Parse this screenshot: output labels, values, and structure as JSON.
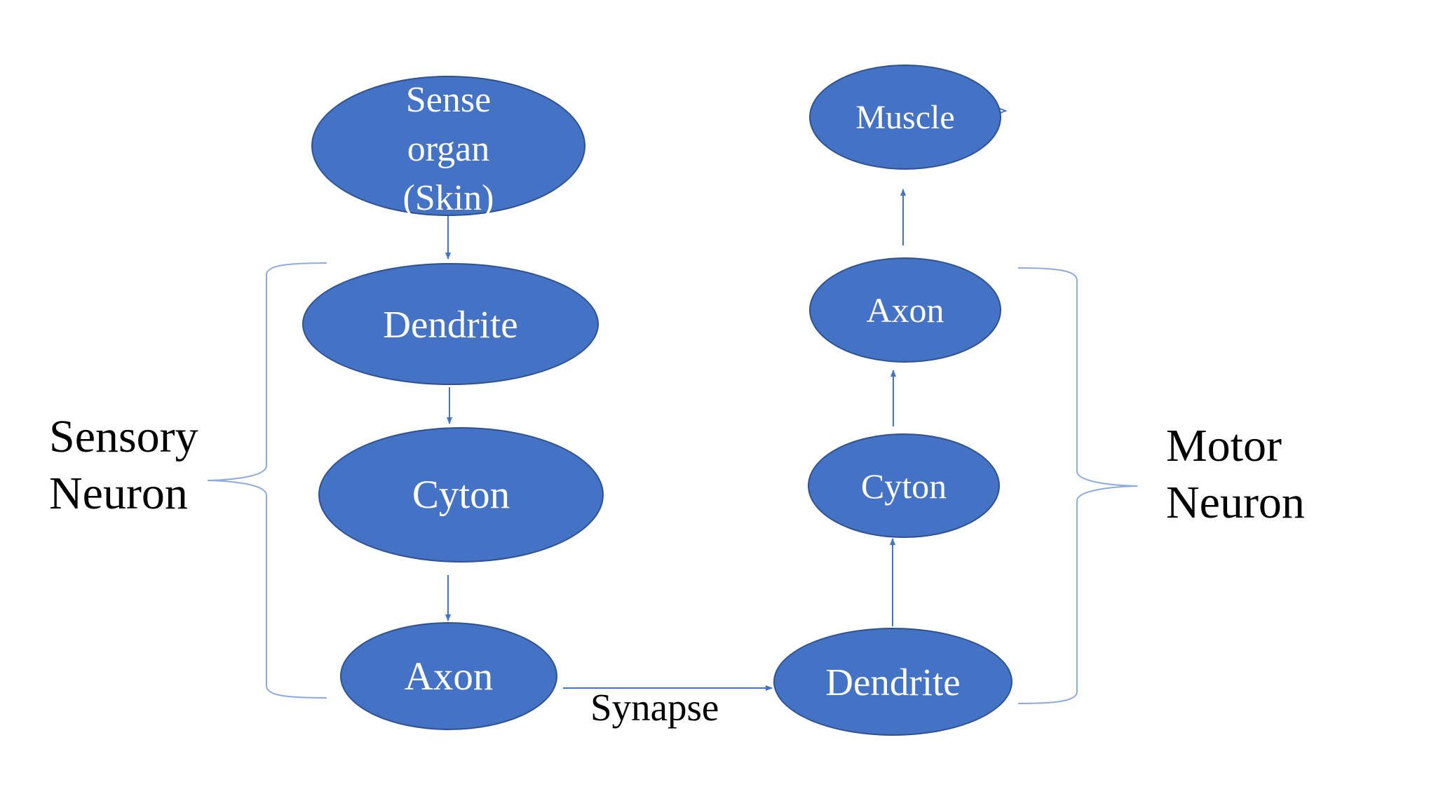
{
  "sensory_neuron": {
    "label": "Sensory\nNeuron",
    "nodes": {
      "sense_organ": "Sense\norgan\n(Skin)",
      "dendrite": "Dendrite",
      "cyton": "Cyton",
      "axon": "Axon"
    }
  },
  "motor_neuron": {
    "label": "Motor\nNeuron",
    "nodes": {
      "dendrite": "Dendrite",
      "cyton": "Cyton",
      "axon": "Axon",
      "muscle": "Muscle"
    }
  },
  "synapse_label": "Synapse",
  "colors": {
    "node_fill": "#4472c4",
    "node_border": "#2f528f",
    "node_text": "#ffffff",
    "connector": "#4472c4",
    "brace": "#8faadc",
    "label_text": "#000000"
  }
}
